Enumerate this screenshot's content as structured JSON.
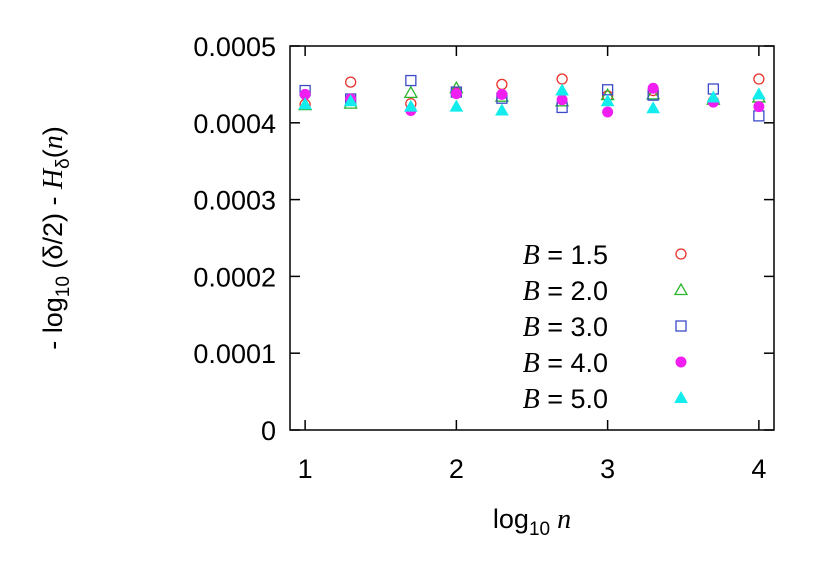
{
  "chart_data": {
    "type": "scatter",
    "xlabel": "log10 n",
    "ylabel": "- log10 (δ/2) - Hδ(n)",
    "xlim": [
      0.9,
      4.1
    ],
    "ylim": [
      0,
      0.0005
    ],
    "xticks": [
      "1",
      "2",
      "3",
      "4"
    ],
    "yticks": [
      "0",
      "0.0001",
      "0.0002",
      "0.0003",
      "0.0004",
      "0.0005"
    ],
    "grid": false,
    "legend_position": "center-right inside",
    "series": [
      {
        "name": "B = 1.5",
        "var": "B",
        "value_label": "= 1.5",
        "marker": "open-circle",
        "color": "#e8322a",
        "x": [
          1.0,
          1.301,
          1.699,
          2.0,
          2.301,
          2.699,
          3.0,
          3.301,
          3.699,
          4.0
        ],
        "y": [
          0.000424,
          0.000453,
          0.000425,
          0.000439,
          0.00045,
          0.000457,
          0.000435,
          0.000442,
          0.000428,
          0.000457
        ]
      },
      {
        "name": "B = 2.0",
        "var": "B",
        "value_label": "= 2.0",
        "marker": "open-triangle",
        "color": "#2db52d",
        "x": [
          1.0,
          1.301,
          1.699,
          2.0,
          2.301,
          2.699,
          3.0,
          3.301,
          3.699,
          4.0
        ],
        "y": [
          0.000423,
          0.000425,
          0.000439,
          0.000445,
          0.000434,
          0.000428,
          0.000436,
          0.000437,
          0.00043,
          0.000433
        ]
      },
      {
        "name": "B = 3.0",
        "var": "B",
        "value_label": "= 3.0",
        "marker": "open-square",
        "color": "#3b4bc8",
        "x": [
          1.0,
          1.301,
          1.699,
          2.0,
          2.301,
          2.699,
          3.0,
          3.301,
          3.699,
          4.0
        ],
        "y": [
          0.000442,
          0.000431,
          0.000455,
          0.00044,
          0.000432,
          0.00042,
          0.000443,
          0.000436,
          0.000444,
          0.000409
        ]
      },
      {
        "name": "B = 4.0",
        "var": "B",
        "value_label": "= 4.0",
        "marker": "filled-circle",
        "color": "#f01ef0",
        "x": [
          1.0,
          1.301,
          1.699,
          2.0,
          2.301,
          2.699,
          3.0,
          3.301,
          3.699,
          4.0
        ],
        "y": [
          0.000437,
          0.000431,
          0.000416,
          0.000438,
          0.000437,
          0.00043,
          0.000414,
          0.000445,
          0.000427,
          0.000421
        ]
      },
      {
        "name": "B = 5.0",
        "var": "B",
        "value_label": "= 5.0",
        "marker": "filled-triangle",
        "color": "#12ecec",
        "x": [
          1.0,
          1.301,
          1.699,
          2.0,
          2.301,
          2.699,
          3.0,
          3.301,
          3.699,
          4.0
        ],
        "y": [
          0.000424,
          0.000428,
          0.000421,
          0.000421,
          0.000416,
          0.000442,
          0.000428,
          0.000419,
          0.000433,
          0.000437
        ]
      }
    ]
  }
}
